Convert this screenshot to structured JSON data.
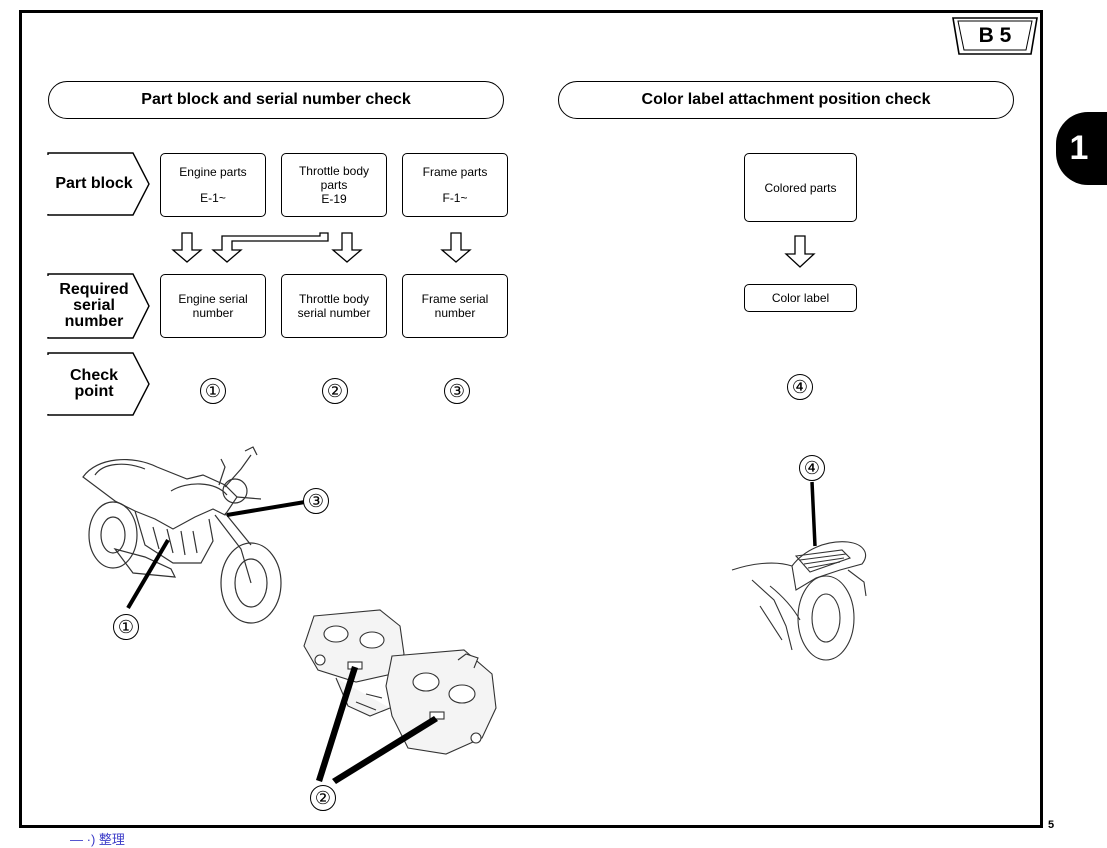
{
  "badge": {
    "label": "B 5"
  },
  "side_tab": {
    "label": "1"
  },
  "page_number": "5",
  "footer_text": "— ·) 整理",
  "left_section": {
    "title": "Part block and serial number check",
    "row_labels": {
      "part_block": "Part block",
      "required_serial": [
        "Required",
        "serial",
        "number"
      ],
      "check_point": [
        "Check",
        "point"
      ]
    },
    "part_blocks": [
      {
        "name": "Engine parts",
        "code": "E-1~"
      },
      {
        "name": "Throttle body parts",
        "name_lines": [
          "Throttle body",
          "parts"
        ],
        "code": "E-19"
      },
      {
        "name": "Frame parts",
        "code": "F-1~"
      }
    ],
    "serials": [
      {
        "lines": [
          "Engine serial",
          "number"
        ]
      },
      {
        "lines": [
          "Throttle body",
          "serial number"
        ]
      },
      {
        "lines": [
          "Frame serial",
          "number"
        ]
      }
    ],
    "check_points": [
      "①",
      "②",
      "③"
    ]
  },
  "right_section": {
    "title": "Color label attachment position check",
    "parts_box": "Colored parts",
    "label_box": "Color label",
    "check_point": "④"
  },
  "illustrations": {
    "motorcycle_callouts": [
      "①",
      "③"
    ],
    "throttle_callout": "②",
    "rear_callout": "④"
  }
}
